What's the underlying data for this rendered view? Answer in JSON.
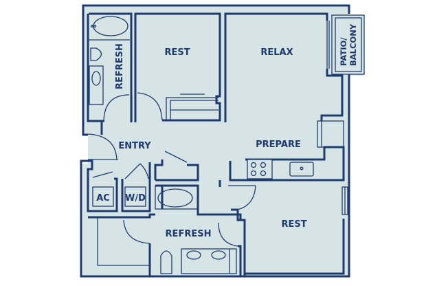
{
  "floorplan": {
    "colors": {
      "wall": "#1e3a6d",
      "floor": "#d7e4e6",
      "background": "#ffffff"
    },
    "rooms": {
      "refresh_top": "REFRESH",
      "rest_top": "REST",
      "relax": "RELAX",
      "patio_line1": "PATIO/",
      "patio_line2": "BALCONY",
      "entry": "ENTRY",
      "prepare": "PREPARE",
      "ac": "AC",
      "wd": "W/D",
      "refresh_bottom": "REFRESH",
      "rest_bottom": "REST"
    }
  }
}
